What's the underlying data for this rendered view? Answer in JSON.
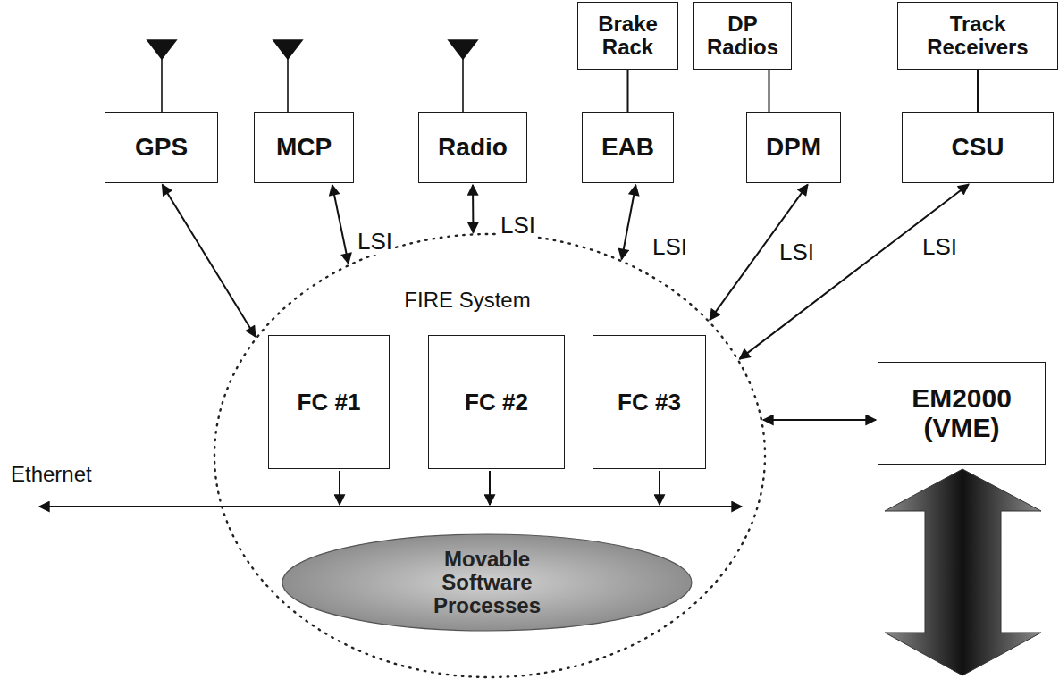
{
  "diagram": {
    "nodes": [
      {
        "text": [
          "Brake Rack"
        ]
      },
      {
        "text": [
          "DP Radios"
        ]
      },
      {
        "text": [
          "Track Receivers"
        ]
      },
      {
        "text": [
          "GPS"
        ]
      },
      {
        "text": [
          "MCP"
        ]
      },
      {
        "text": [
          "Radio"
        ]
      },
      {
        "text": [
          "EAB"
        ]
      },
      {
        "text": [
          "DPM"
        ]
      },
      {
        "text": [
          "CSU"
        ]
      },
      {
        "text": [
          "FIRE System"
        ]
      },
      {
        "text": [
          "FC #1"
        ],
        "in": 9
      },
      {
        "text": [
          "FC #2"
        ],
        "in": 9
      },
      {
        "text": [
          "FC #3"
        ],
        "in": 9
      },
      {
        "text": [
          "EM2000 (VME)"
        ]
      },
      {
        "text": [
          "Movable Software Processes"
        ],
        "in": 9
      }
    ],
    "edges": [
      {
        "from": 0,
        "to": 6,
        "arrow": "none"
      },
      {
        "from": 1,
        "to": 7,
        "arrow": "none"
      },
      {
        "from": 2,
        "to": 8,
        "arrow": "none"
      },
      {
        "from": 3,
        "to": 9,
        "arrow": "both"
      },
      {
        "from": 4,
        "to": 9,
        "label": "LSI",
        "arrow": "both"
      },
      {
        "from": 5,
        "to": 9,
        "label": "LSI",
        "arrow": "both"
      },
      {
        "from": 6,
        "to": 9,
        "label": "LSI",
        "arrow": "both"
      },
      {
        "from": 7,
        "to": 9,
        "label": "LSI",
        "arrow": "both"
      },
      {
        "from": 8,
        "to": 9,
        "label": "LSI",
        "arrow": "both"
      },
      {
        "from": 9,
        "to": 13,
        "arrow": "both"
      }
    ],
    "labels": [
      "Ethernet"
    ]
  }
}
